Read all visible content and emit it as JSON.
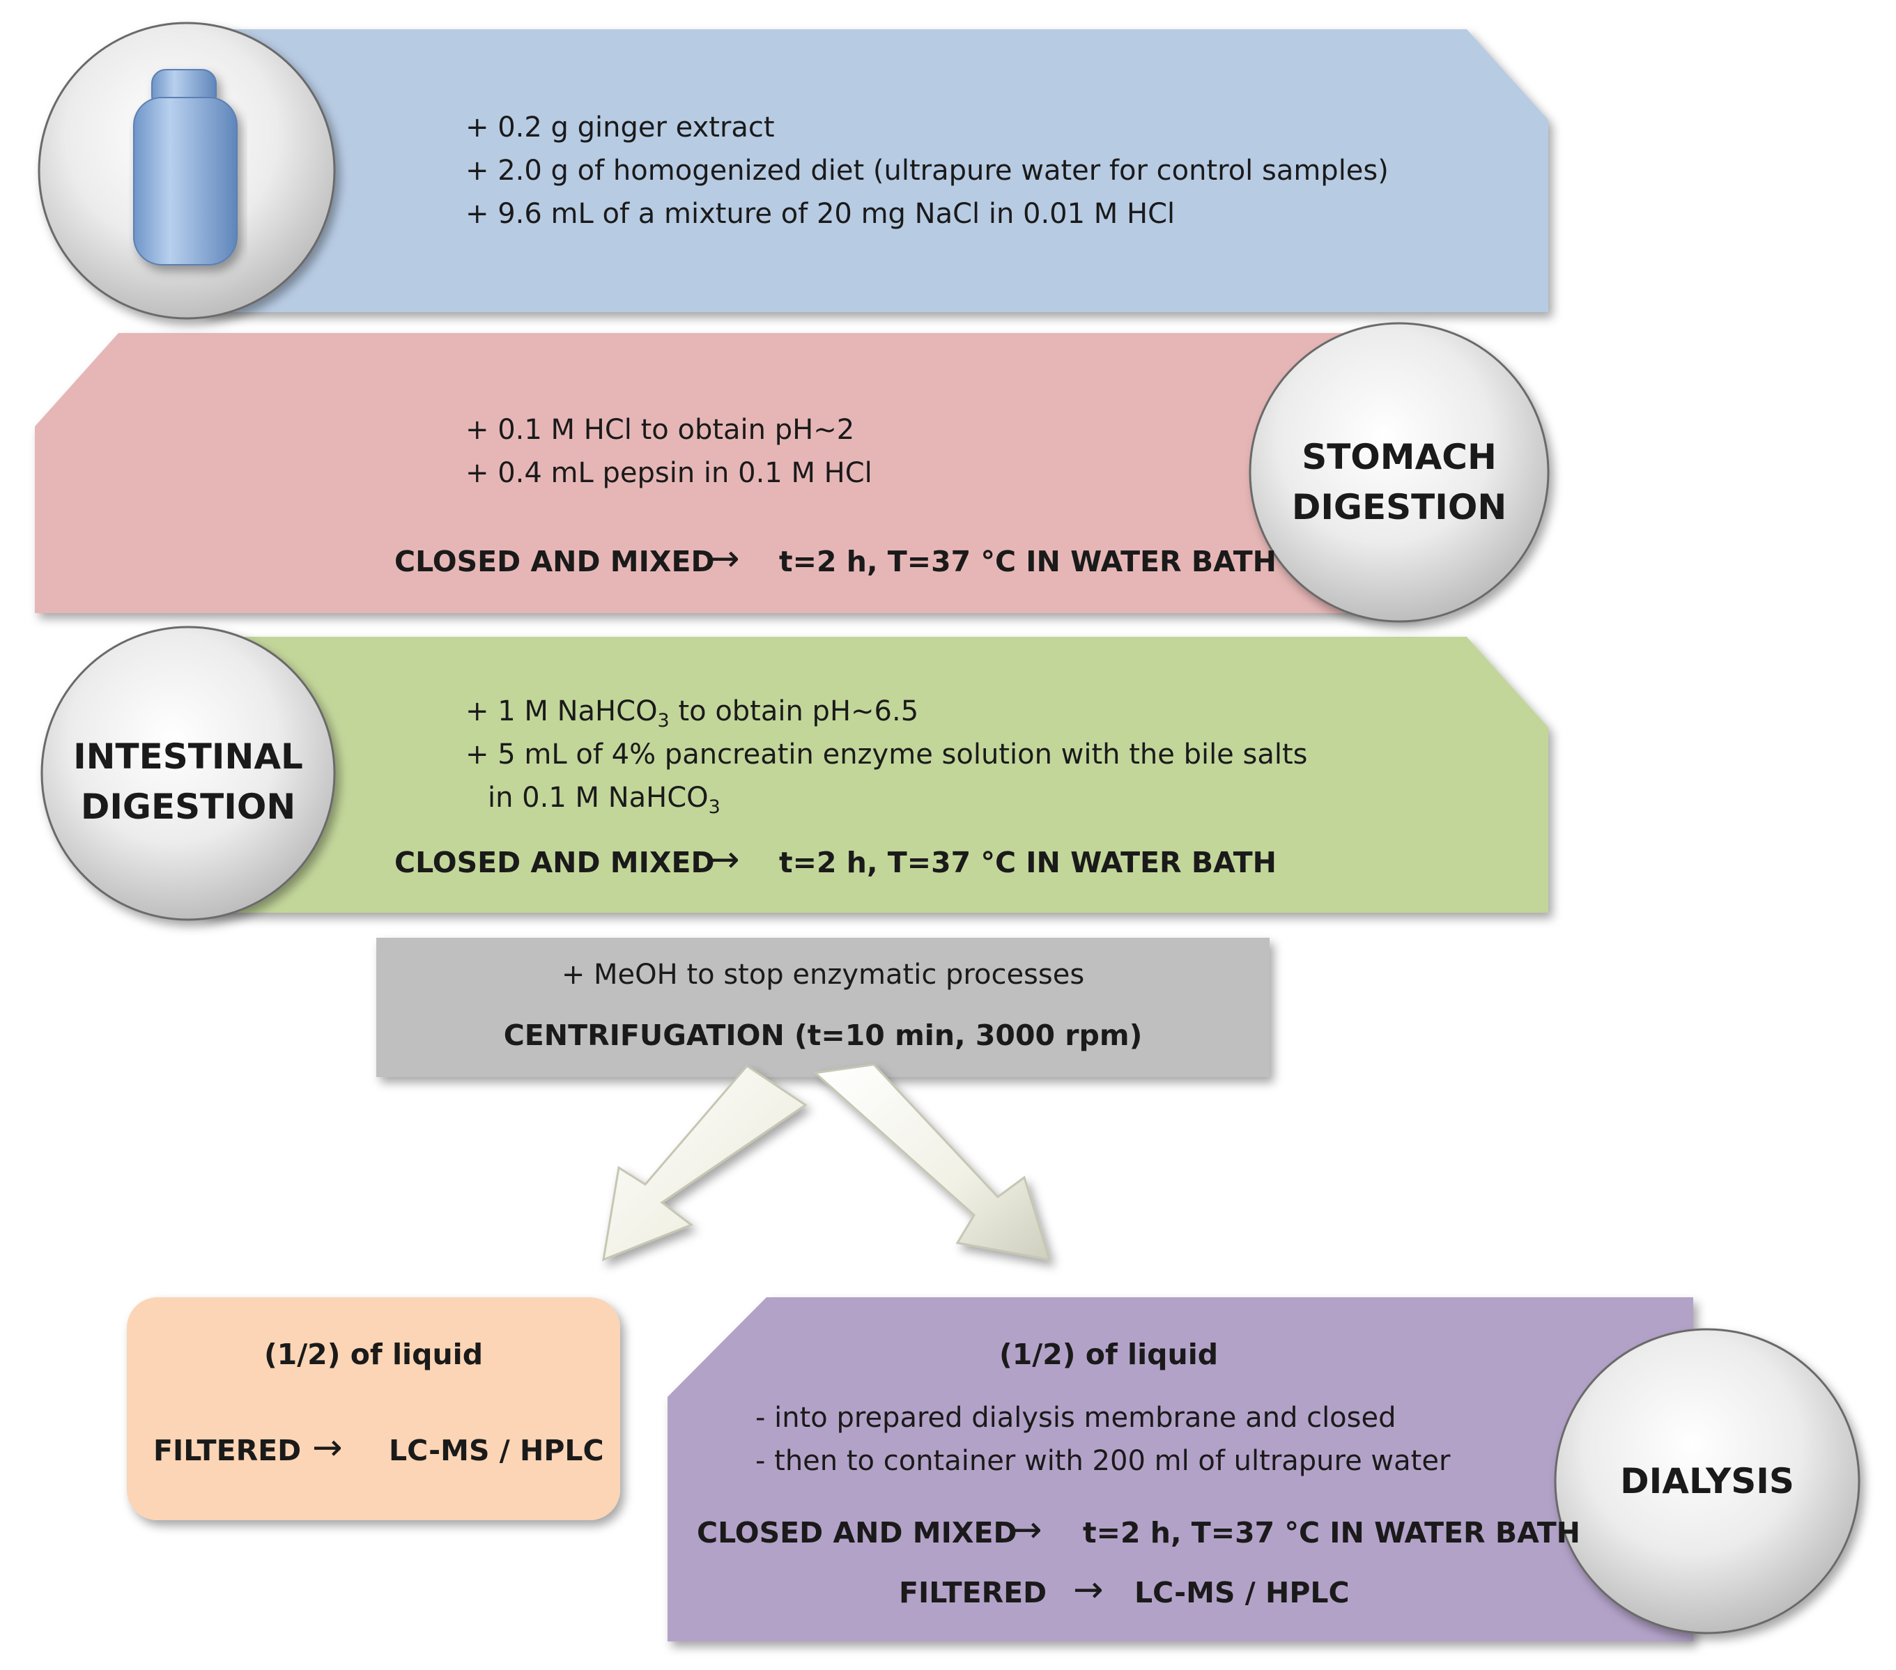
{
  "colors": {
    "step1": "#b7cbe3",
    "step2": "#e6b6b6",
    "step3": "#c3d69a",
    "step4": "#bfbfbf",
    "step5": "#fbd5b5",
    "step6": "#b3a2c8"
  },
  "step1": {
    "icon": "bottle-icon",
    "lines": [
      "+ 0.2 g ginger extract",
      "+ 2.0 g of homogenized diet (ultrapure water for control samples)",
      "+ 9.6 mL of a mixture of 20  mg NaCl in 0.01  M HCl"
    ]
  },
  "stomach": {
    "title_line1": "STOMACH",
    "title_line2": "DIGESTION",
    "lines": [
      "+ 0.1 M HCl to obtain pH~2",
      "+ 0.4 mL pepsin in 0.1  M HCl"
    ],
    "process_left": "CLOSED AND MIXED",
    "process_right": "t=2 h, T=37  °C IN WATER BATH"
  },
  "intestinal": {
    "title_line1": "INTESTINAL",
    "title_line2": "DIGESTION",
    "line1_pre": "+ 1 M NaHCO",
    "line1_sub": "3",
    "line1_post": " to obtain pH~6.5",
    "line2": "+ 5 mL of 4% pancreatin enzyme solution with the bile salts",
    "line3_pre": "in 0.1  M NaHCO",
    "line3_sub": "3",
    "process_left": "CLOSED AND MIXED",
    "process_right": "t=2 h, T=37  °C IN WATER BATH"
  },
  "centrifuge": {
    "line1": "+ MeOH to stop enzymatic processes",
    "line2": "CENTRIFUGATION (t=10 min, 3000  rpm)"
  },
  "left_branch": {
    "title": "(1/2) of liquid",
    "process_left": "FILTERED",
    "process_right": "LC-MS / HPLC"
  },
  "right_branch": {
    "title": "(1/2) of liquid",
    "lines": [
      "- into prepared dialysis membrane and closed",
      "- then to container with 200  ml of ultrapure water"
    ],
    "process1_left": "CLOSED AND MIXED",
    "process1_right": "t=2 h, T=37  °C IN WATER BATH",
    "process2_left": "FILTERED",
    "process2_right": "LC-MS / HPLC",
    "circle_label": "DIALYSIS"
  },
  "arrow_glyph": "→"
}
